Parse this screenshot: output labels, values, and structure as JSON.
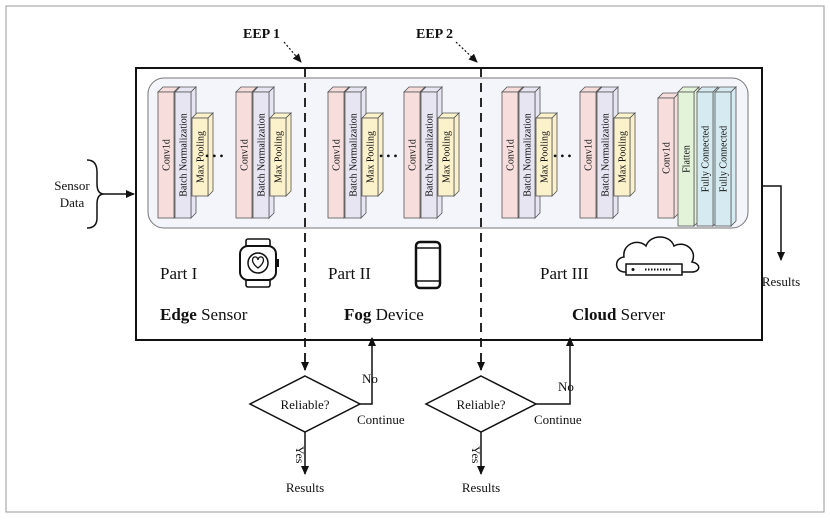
{
  "eep": [
    "EEP 1",
    "EEP 2"
  ],
  "input": {
    "line1": "Sensor",
    "line2": "Data"
  },
  "layers": {
    "conv": "Conv1d",
    "bn": "Batch Normalization",
    "pool": "Max Pooling",
    "flatten": "Flatten",
    "fc": "Fully Connected",
    "dots": "• • •"
  },
  "parts": [
    {
      "name": "Part I",
      "bold": "Edge",
      "rest": " Sensor"
    },
    {
      "name": "Part II",
      "bold": "Fog",
      "rest": " Device"
    },
    {
      "name": "Part III",
      "bold": "Cloud",
      "rest": " Server"
    }
  ],
  "decision": {
    "question": "Reliable?",
    "yes": "Yes",
    "no": "No",
    "continue": "Continue",
    "results": "Results"
  },
  "output": {
    "results": "Results"
  },
  "colors": {
    "conv_fill": "#f7dedd",
    "bn_fill": "#e7e5f2",
    "pool_fill": "#fbf1cb",
    "flatten_fill": "#e3f3da",
    "fc_fill": "#d6ebf1",
    "panel_fill": "#f3f5fa"
  },
  "icons": [
    "smartwatch-icon",
    "smartphone-icon",
    "cloud-server-icon"
  ]
}
